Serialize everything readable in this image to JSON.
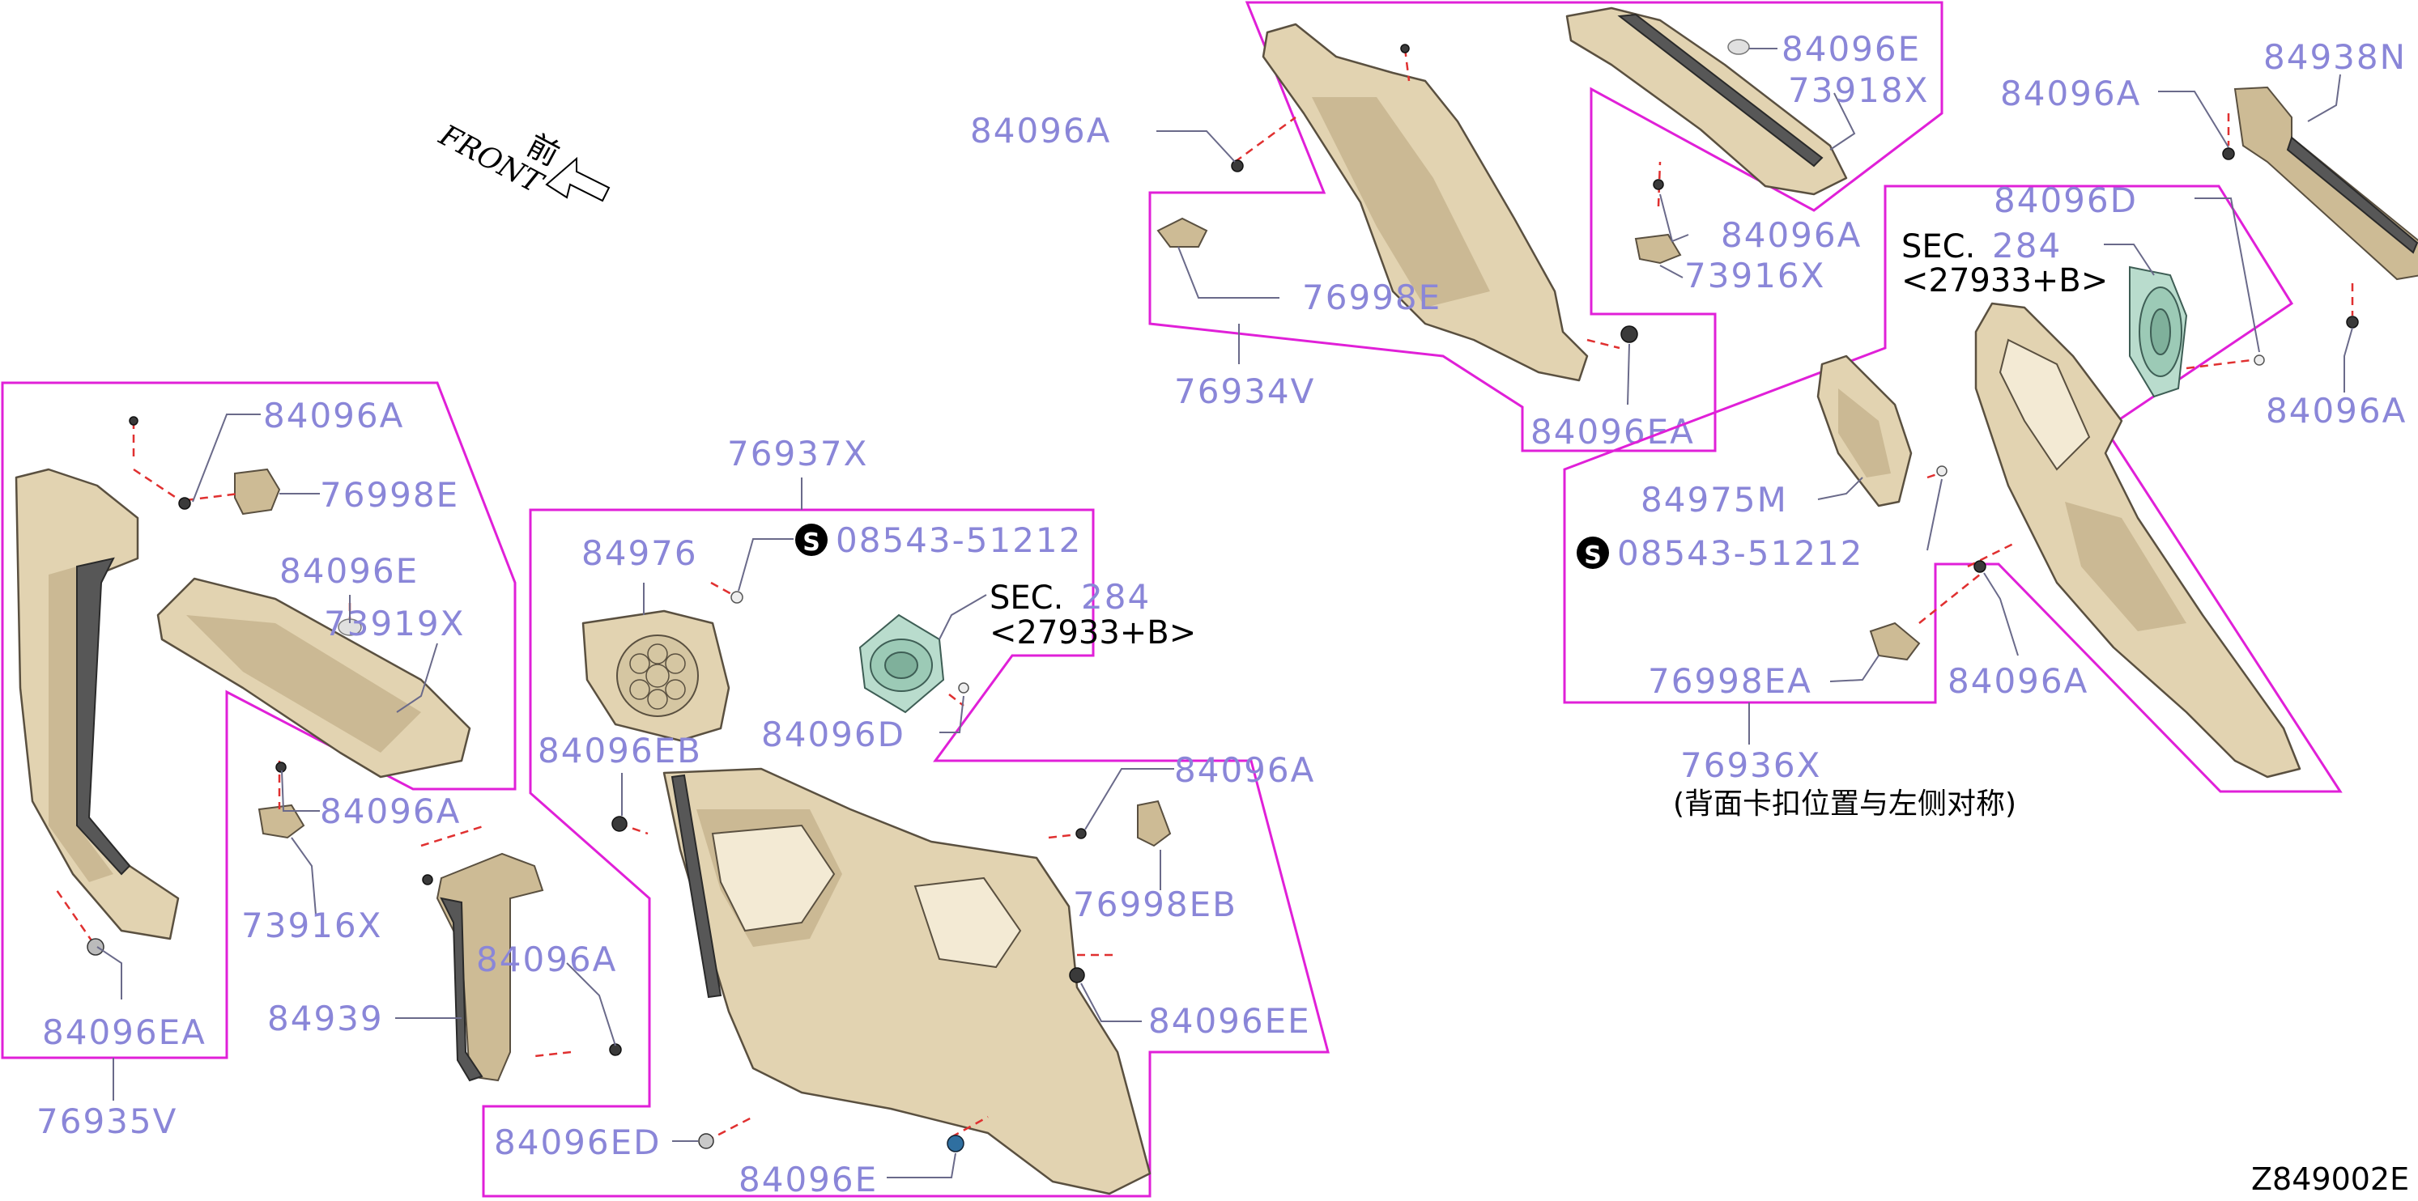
{
  "diagram_code": "Z849002E",
  "front_arrow": {
    "label": "FRONT",
    "kanji": "前"
  },
  "screw_symbol": "S",
  "labels": {
    "g76935": "76935V",
    "g76937": "76937X",
    "g76934": "76934V",
    "g76936": "76936X",
    "n84096A_1": "84096A",
    "n76998E_1": "76998E",
    "n84096E_1": "84096E",
    "n73919X": "73919X",
    "n84096A_2": "84096A",
    "n73916X_1": "73916X",
    "n84096EA_1": "84096EA",
    "n84939": "84939",
    "n84096A_3": "84096A",
    "n84976": "84976",
    "n08543_1": "08543-51212",
    "sec1_prefix": "SEC.",
    "sec1_num": "284",
    "sec1_ref": "<27933+B>",
    "n84096D_1": "84096D",
    "n84096EB": "84096EB",
    "n84096A_4": "84096A",
    "n76998EB": "76998EB",
    "n84096EE": "84096EE",
    "n84096ED": "84096ED",
    "n84096E_2": "84096E",
    "n84096A_5": "84096A",
    "n84096E_3": "84096E",
    "n73918X": "73918X",
    "n84096A_6": "84096A",
    "n73916X_2": "73916X",
    "n76998E_2": "76998E",
    "n84096EA_2": "84096EA",
    "n84096A_7": "84096A",
    "n84938N": "84938N",
    "n84096D_2": "84096D",
    "sec2_prefix": "SEC.",
    "sec2_num": "284",
    "sec2_ref": "<27933+B>",
    "n84096A_8": "84096A",
    "n84975M": "84975M",
    "n08543_2": "08543-51212",
    "n76998EA": "76998EA",
    "n84096A_9": "84096A",
    "note_zh": "(背面卡扣位置与左侧对称)"
  }
}
